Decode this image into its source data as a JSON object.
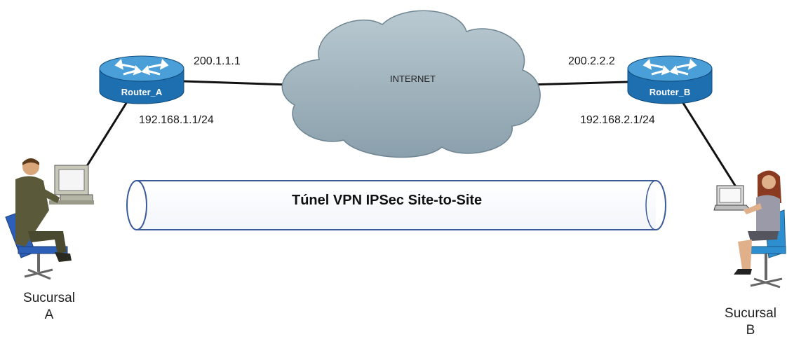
{
  "router_a": {
    "name": "Router_A",
    "wan_ip": "200.1.1.1",
    "lan_ip": "192.168.1.1/24"
  },
  "router_b": {
    "name": "Router_B",
    "wan_ip": "200.2.2.2",
    "lan_ip": "192.168.2.1/24"
  },
  "internet": {
    "label": "INTERNET"
  },
  "tunnel": {
    "label": "Túnel VPN IPSec Site-to-Site"
  },
  "site_a": {
    "line1": "Sucursal",
    "line2": "A"
  },
  "site_b": {
    "line1": "Sucursal",
    "line2": "B"
  },
  "colors": {
    "router_top": "#4a9fd8",
    "router_side": "#1e6fb0",
    "cloud_fill": "#9fb4bf",
    "tunnel_stroke": "#3b5a9a",
    "link": "#111111"
  },
  "icons": [
    "router-icon",
    "cloud-icon",
    "user-workstation-icon",
    "user-laptop-icon"
  ]
}
